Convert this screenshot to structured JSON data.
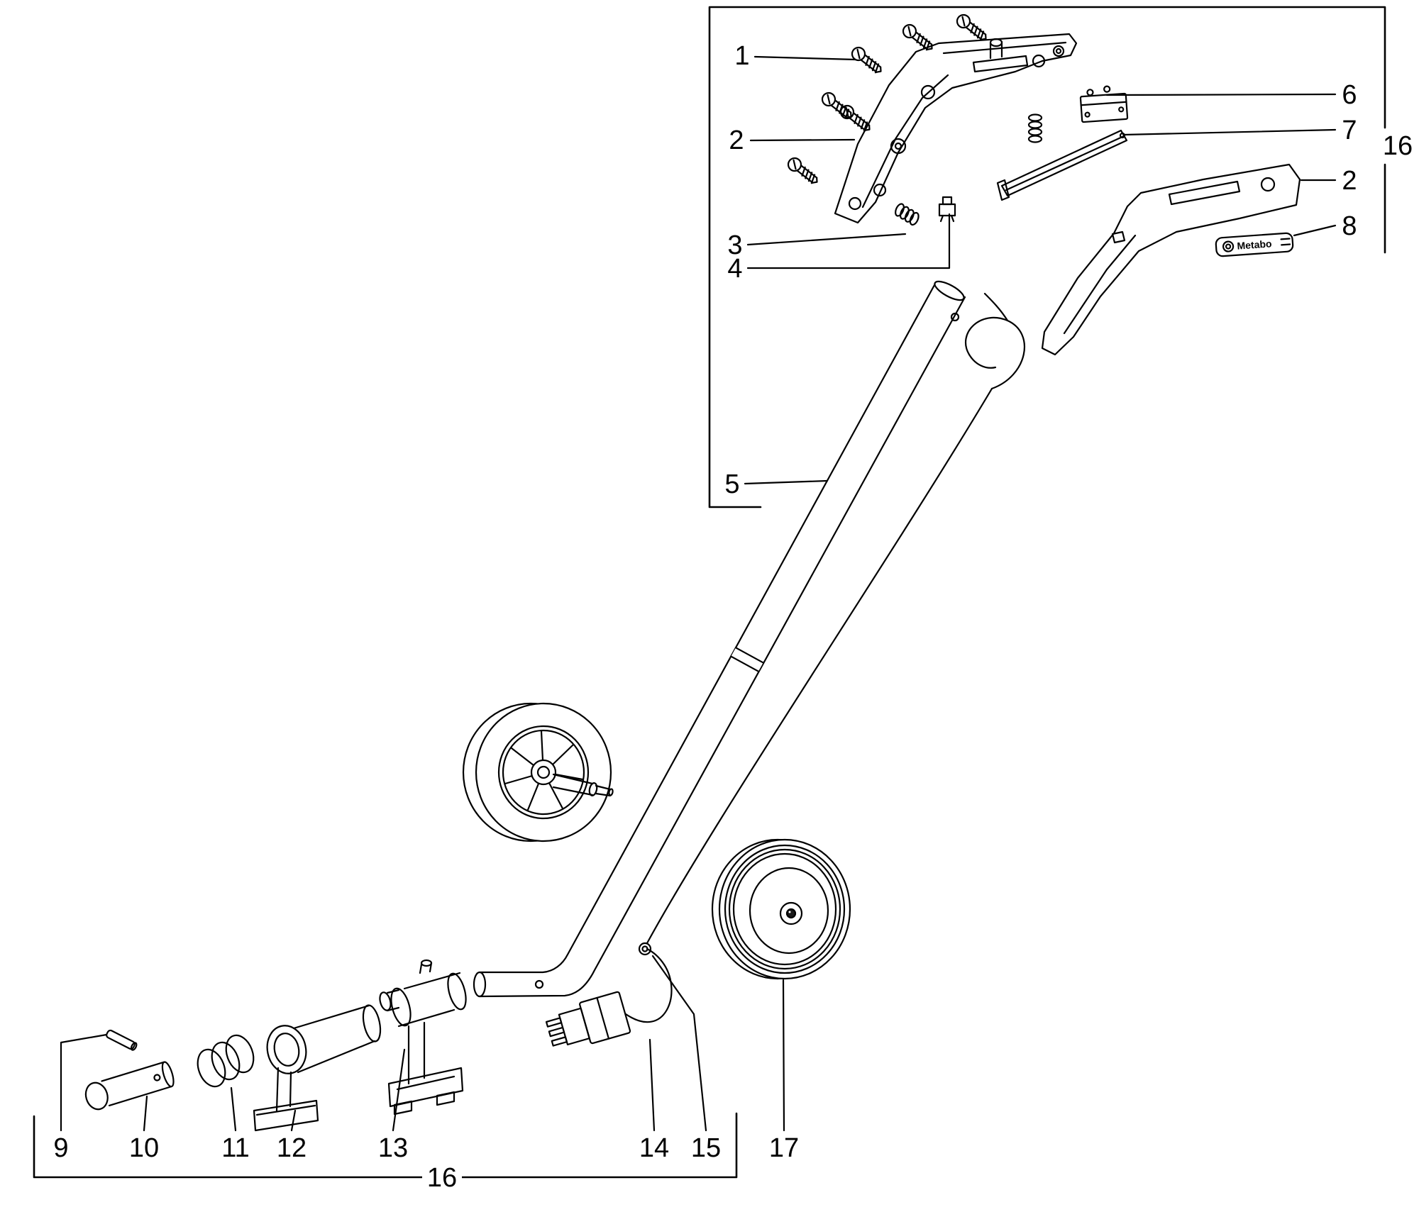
{
  "figure": {
    "background": "#ffffff",
    "line_color": "#000000"
  },
  "callouts": {
    "c1": {
      "label": "1"
    },
    "c2_left": {
      "label": "2"
    },
    "c3": {
      "label": "3"
    },
    "c4": {
      "label": "4"
    },
    "c5": {
      "label": "5"
    },
    "c6": {
      "label": "6"
    },
    "c7": {
      "label": "7"
    },
    "c16_top": {
      "label": "16"
    },
    "c2_right": {
      "label": "2"
    },
    "c8": {
      "label": "8"
    },
    "c9": {
      "label": "9"
    },
    "c10": {
      "label": "10"
    },
    "c11": {
      "label": "11"
    },
    "c12": {
      "label": "12"
    },
    "c13": {
      "label": "13"
    },
    "c14": {
      "label": "14"
    },
    "c15": {
      "label": "15"
    },
    "c16_bottom": {
      "label": "16"
    },
    "c17": {
      "label": "17"
    }
  },
  "labels": {
    "brand_plate": "Metabo"
  }
}
